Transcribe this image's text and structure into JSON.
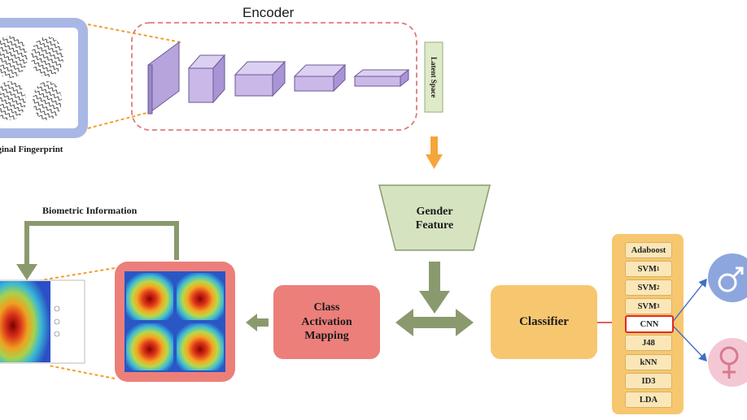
{
  "encoder": {
    "title": "Encoder",
    "latent_label": "Latent Space"
  },
  "input": {
    "caption": "Original Fingerprint"
  },
  "gender_feature": {
    "label_line1": "Gender",
    "label_line2": "Feature"
  },
  "classifier": {
    "label": "Classifier"
  },
  "cam": {
    "line1": "Class",
    "line2": "Activation",
    "line3": "Mapping"
  },
  "biometric": {
    "label": "Biometric Information"
  },
  "classifiers": [
    {
      "name": "Adaboost",
      "sup": ""
    },
    {
      "name": "SVM",
      "sup": "1"
    },
    {
      "name": "SVM",
      "sup": "2"
    },
    {
      "name": "SVM",
      "sup": "3"
    },
    {
      "name": "CNN",
      "sup": "",
      "selected": true
    },
    {
      "name": "J48",
      "sup": ""
    },
    {
      "name": "kNN",
      "sup": ""
    },
    {
      "name": "ID3",
      "sup": ""
    },
    {
      "name": "LDA",
      "sup": ""
    }
  ],
  "outputs": {
    "male_icon": "male-symbol-icon",
    "female_icon": "female-symbol-icon"
  },
  "colors": {
    "encoder_border": "#e07a7a",
    "layer_fill": "#c9b8e8",
    "latent_fill": "#d9e8c4",
    "gender_fill": "#d5e3c0",
    "classifier_fill": "#f7c770",
    "cam_fill": "#ec7f7a",
    "arrow_green": "#8a9a6e",
    "arrow_orange": "#f5a53a",
    "male": "#8ea6de",
    "female": "#f3c8d4"
  }
}
